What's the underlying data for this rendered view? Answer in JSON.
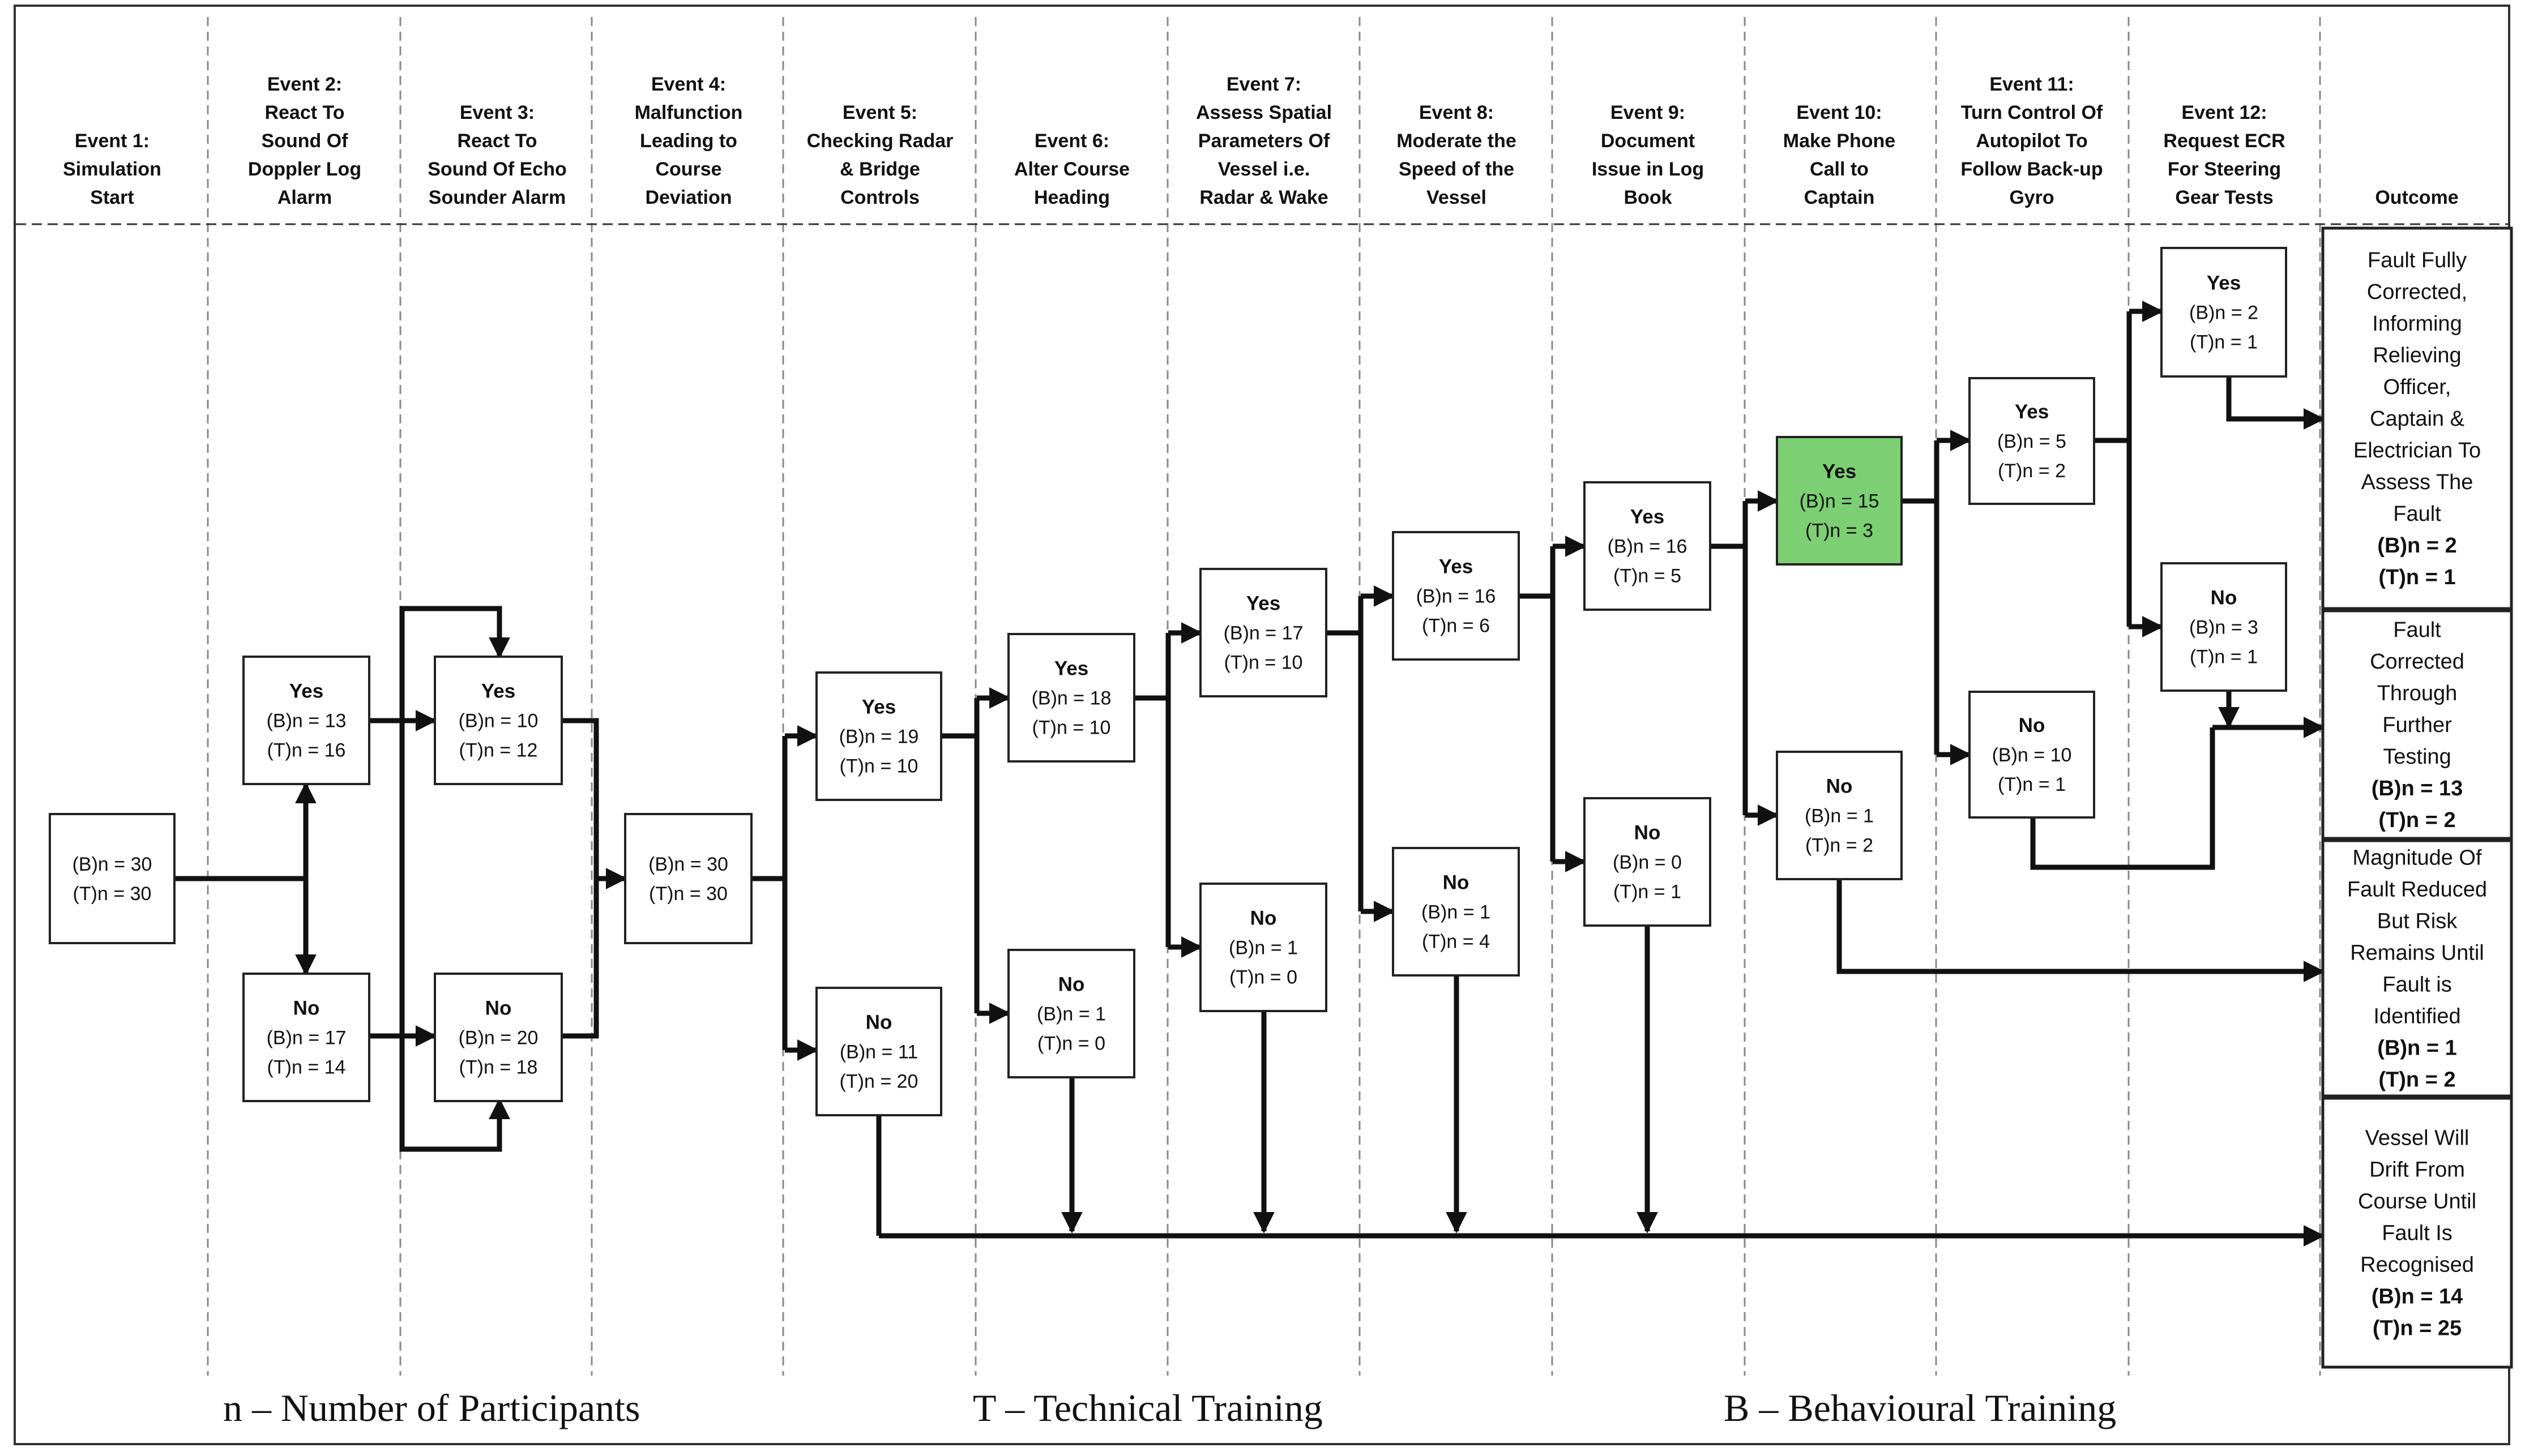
{
  "events": [
    [
      "Event 1:",
      "Simulation",
      "Start"
    ],
    [
      "Event 2:",
      "React To",
      "Sound Of",
      "Doppler Log",
      "Alarm"
    ],
    [
      "Event 3:",
      "React To",
      "Sound Of Echo",
      "Sounder Alarm"
    ],
    [
      "Event 4:",
      "Malfunction",
      "Leading to",
      "Course",
      "Deviation"
    ],
    [
      "Event 5:",
      "Checking Radar",
      "& Bridge",
      "Controls"
    ],
    [
      "Event 6:",
      "Alter Course",
      "Heading"
    ],
    [
      "Event 7:",
      "Assess Spatial",
      "Parameters Of",
      "Vessel i.e.",
      "Radar & Wake"
    ],
    [
      "Event 8:",
      "Moderate the",
      "Speed of the",
      "Vessel"
    ],
    [
      "Event 9:",
      "Document",
      "Issue in Log",
      "Book"
    ],
    [
      "Event 10:",
      "Make Phone",
      "Call to",
      "Captain"
    ],
    [
      "Event 11:",
      "Turn Control Of",
      "Autopilot To",
      "Follow Back-up",
      "Gyro"
    ],
    [
      "Event 12:",
      "Request ECR",
      "For Steering",
      "Gear Tests"
    ],
    [
      "Outcome"
    ]
  ],
  "nodes": [
    {
      "id": "start",
      "yes_no": "",
      "b": "(B)n = 30",
      "t": "(T)n = 30"
    },
    {
      "id": "e2-yes",
      "yes_no": "Yes",
      "b": "(B)n = 13",
      "t": "(T)n = 16"
    },
    {
      "id": "e2-no",
      "yes_no": "No",
      "b": "(B)n = 17",
      "t": "(T)n = 14"
    },
    {
      "id": "e3-yes",
      "yes_no": "Yes",
      "b": "(B)n = 10",
      "t": "(T)n = 12"
    },
    {
      "id": "e3-no",
      "yes_no": "No",
      "b": "(B)n = 20",
      "t": "(T)n = 18"
    },
    {
      "id": "e4",
      "yes_no": "",
      "b": "(B)n = 30",
      "t": "(T)n = 30"
    },
    {
      "id": "e5-yes",
      "yes_no": "Yes",
      "b": "(B)n = 19",
      "t": "(T)n = 10"
    },
    {
      "id": "e5-no",
      "yes_no": "No",
      "b": "(B)n = 11",
      "t": "(T)n = 20"
    },
    {
      "id": "e6-yes",
      "yes_no": "Yes",
      "b": "(B)n = 18",
      "t": "(T)n = 10"
    },
    {
      "id": "e6-no",
      "yes_no": "No",
      "b": "(B)n = 1",
      "t": "(T)n = 0"
    },
    {
      "id": "e7-yes",
      "yes_no": "Yes",
      "b": "(B)n = 17",
      "t": "(T)n = 10"
    },
    {
      "id": "e7-no",
      "yes_no": "No",
      "b": "(B)n = 1",
      "t": "(T)n = 0"
    },
    {
      "id": "e8-yes",
      "yes_no": "Yes",
      "b": "(B)n = 16",
      "t": "(T)n = 6"
    },
    {
      "id": "e8-no",
      "yes_no": "No",
      "b": "(B)n = 1",
      "t": "(T)n = 4"
    },
    {
      "id": "e9-yes",
      "yes_no": "Yes",
      "b": "(B)n = 16",
      "t": "(T)n = 5"
    },
    {
      "id": "e9-no",
      "yes_no": "No",
      "b": "(B)n = 0",
      "t": "(T)n = 1"
    },
    {
      "id": "e10-yes",
      "yes_no": "Yes",
      "b": "(B)n = 15",
      "t": "(T)n = 3",
      "highlight": "#7ccf72"
    },
    {
      "id": "e10-no",
      "yes_no": "No",
      "b": "(B)n = 1",
      "t": "(T)n = 2"
    },
    {
      "id": "e11-yes",
      "yes_no": "Yes",
      "b": "(B)n = 5",
      "t": "(T)n = 2"
    },
    {
      "id": "e11-no",
      "yes_no": "No",
      "b": "(B)n = 10",
      "t": "(T)n = 1"
    },
    {
      "id": "e12-yes",
      "yes_no": "Yes",
      "b": "(B)n = 2",
      "t": "(T)n = 1"
    },
    {
      "id": "e12-no",
      "yes_no": "No",
      "b": "(B)n = 3",
      "t": "(T)n = 1"
    }
  ],
  "outcomes": [
    {
      "text": [
        "Fault Fully",
        "Corrected,",
        "Informing",
        "Relieving",
        "Officer,",
        "Captain &",
        "Electrician To",
        "Assess The",
        "Fault"
      ],
      "b": "(B)n = 2",
      "t": "(T)n = 1"
    },
    {
      "text": [
        "Fault",
        "Corrected",
        "Through",
        "Further",
        "Testing"
      ],
      "b": "(B)n = 13",
      "t": "(T)n = 2"
    },
    {
      "text": [
        "Magnitude Of",
        "Fault Reduced",
        "But Risk",
        "Remains Until",
        "Fault is",
        "Identified"
      ],
      "b": "(B)n = 1",
      "t": "(T)n = 2"
    },
    {
      "text": [
        "Vessel Will",
        "Drift From",
        "Course Until",
        "Fault Is",
        "Recognised"
      ],
      "b": "(B)n = 14",
      "t": "(T)n = 25"
    }
  ],
  "legend": {
    "n": "n – Number of Participants",
    "t": "T – Technical Training",
    "b": "B – Behavioural Training"
  }
}
